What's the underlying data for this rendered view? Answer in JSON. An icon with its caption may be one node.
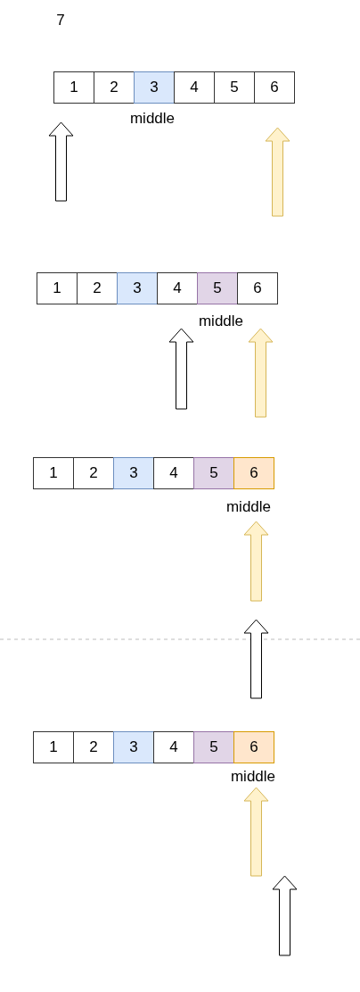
{
  "diagram": {
    "nodes": [
      {
        "text": [
          "1"
        ]
      },
      {
        "text": [
          "2"
        ]
      },
      {
        "text": [
          "3"
        ]
      },
      {
        "text": [
          "4"
        ]
      },
      {
        "text": [
          "5"
        ]
      },
      {
        "text": [
          "6"
        ]
      },
      {
        "text": [
          "1"
        ]
      },
      {
        "text": [
          "2"
        ]
      },
      {
        "text": [
          "3"
        ]
      },
      {
        "text": [
          "4"
        ]
      },
      {
        "text": [
          "5"
        ]
      },
      {
        "text": [
          "6"
        ]
      },
      {
        "text": [
          "1"
        ]
      },
      {
        "text": [
          "2"
        ]
      },
      {
        "text": [
          "3"
        ]
      },
      {
        "text": [
          "4"
        ]
      },
      {
        "text": [
          "5"
        ]
      },
      {
        "text": [
          "6"
        ]
      },
      {
        "text": [
          "1"
        ]
      },
      {
        "text": [
          "2"
        ]
      },
      {
        "text": [
          "3"
        ]
      },
      {
        "text": [
          "4"
        ]
      },
      {
        "text": [
          "5"
        ]
      },
      {
        "text": [
          "6"
        ]
      }
    ],
    "labels": [
      "7",
      "middle",
      "middle",
      "middle",
      "middle"
    ]
  }
}
